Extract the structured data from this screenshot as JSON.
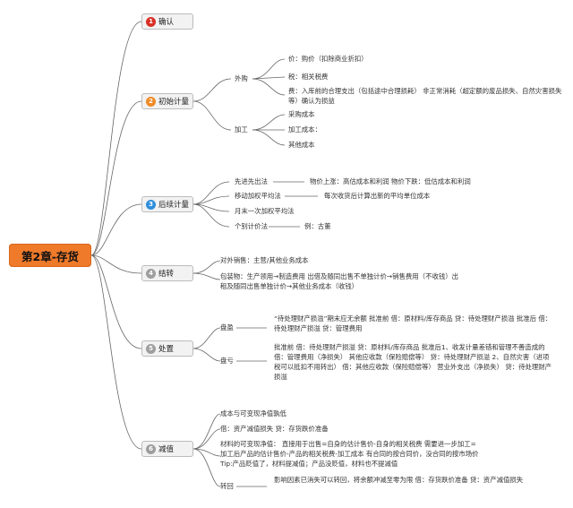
{
  "root": {
    "label": "第2章-存货"
  },
  "colors": {
    "root_fill": "#ef7a2a",
    "badge_red": "#d93025",
    "badge_orange": "#f08a24",
    "badge_blue": "#2f8fdc",
    "badge_gray": "#9e9e9e",
    "line": "#666666"
  },
  "sections": [
    {
      "num": "1",
      "label": "确认",
      "badge_color": "#d93025"
    },
    {
      "num": "2",
      "label": "初始计量",
      "badge_color": "#f08a24"
    },
    {
      "num": "3",
      "label": "后续计量",
      "badge_color": "#2f8fdc"
    },
    {
      "num": "4",
      "label": "结转",
      "badge_color": "#9e9e9e"
    },
    {
      "num": "5",
      "label": "处置",
      "badge_color": "#9e9e9e"
    },
    {
      "num": "6",
      "label": "减值",
      "badge_color": "#9e9e9e"
    }
  ],
  "initial": {
    "purchase": "外购",
    "price": "价：购价（扣除商业折扣）",
    "tax": "税：相关税费",
    "fee": "费：入库前的合理支出（包括途中合理损耗） 非正常消耗（超定额的废品损失、自然灾害损失等）确认为损益",
    "process": "加工",
    "purchase_cost": "采购成本",
    "process_cost": "加工成本：",
    "other_cost": "其他成本"
  },
  "subsequent": {
    "fifo": "先进先出法",
    "fifo_note": "物价上涨：高估成本和利润 物价下跌：低估成本和利润",
    "moving": "移动加权平均法",
    "moving_note": "每次收货后计算出新的平均单位成本",
    "monthly": "月末一次加权平均法",
    "specific": "个别计价法",
    "specific_note": "例：古董"
  },
  "transfer": {
    "sale": "对外销售：主营/其他业务成本",
    "packaging": "包装物：生产领用→制造费用 出借及随同出售不单独计价→销售费用（不收钱）出租及随同出售单独计价→其他业务成本（收钱）"
  },
  "disposal": {
    "surplus": "盘盈",
    "surplus_note": "“待处理财产损溢”期末应无余额 批准前 借：原材料/库存商品 贷：待处理财产损溢 批准后 借：待处理财产损溢 贷：管理费用",
    "deficit": "盘亏",
    "deficit_note": "批准前 借：待处理财产损溢 贷：原材料/库存商品 批准后1、收发计量差错和管理不善造成的 借：管理费用（净损失） 其他应收款（保险赔偿等） 贷：待处理财产损溢 2、自然灾害（进项税可以抵扣不用转出） 借：其他应收款（保险赔偿等） 营业外支出（净损失） 贷：待处理财产损溢"
  },
  "impairment": {
    "lower": "成本与可变现净值孰低",
    "entry": "借：资产减值损失 贷：存货跌价准备",
    "nrv": "材料的可变现净值： 直接用于出售=自身的估计售价-自身的相关税费 需要进一步加工=加工后产品的估计售价-产品的相关税费-加工成本 有合同的按合同价，没合同的按市场价 Tip:产品贬值了，材料提减值；产品没贬值，材料也不提减值",
    "reversal": "转回",
    "reversal_note": "影响因素已消失可以转回，将余额冲减至零为限 借：存货跌价准备 贷：资产减值损失"
  }
}
